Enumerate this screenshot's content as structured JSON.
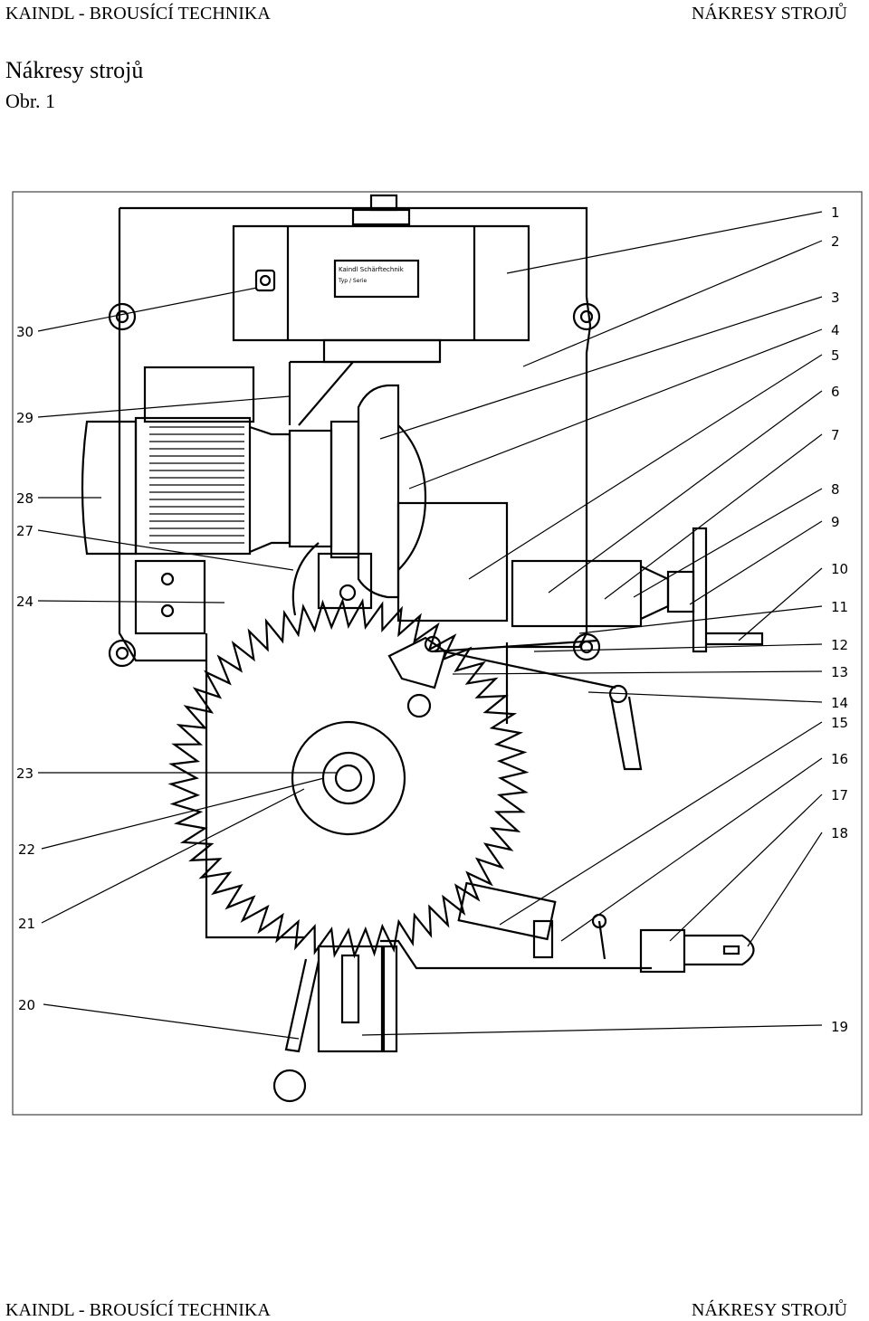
{
  "header": {
    "left": "KAINDL - BROUSÍCÍ TECHNIKA",
    "right": "NÁKRESY STROJŮ"
  },
  "page": {
    "title": "Nákresy strojů",
    "figure_label": "Obr. 1"
  },
  "drawing": {
    "plate_text_line1": "Kaindl Schärftechnik",
    "plate_text_line2": "Typ / Serie",
    "callouts": {
      "n1": "1",
      "n2": "2",
      "n3": "3",
      "n4": "4",
      "n5": "5",
      "n6": "6",
      "n7": "7",
      "n8": "8",
      "n9": "9",
      "n10": "10",
      "n11": "11",
      "n12": "12",
      "n13": "13",
      "n14": "14",
      "n15": "15",
      "n16": "16",
      "n17": "17",
      "n18": "18",
      "n19": "19",
      "n20": "20",
      "n21": "21",
      "n22": "22",
      "n23": "23",
      "n24": "24",
      "n27": "27",
      "n28": "28",
      "n29": "29",
      "n30": "30"
    }
  },
  "footer": {
    "left": "KAINDL - BROUSÍCÍ TECHNIKA",
    "right": "NÁKRESY STROJŮ"
  }
}
